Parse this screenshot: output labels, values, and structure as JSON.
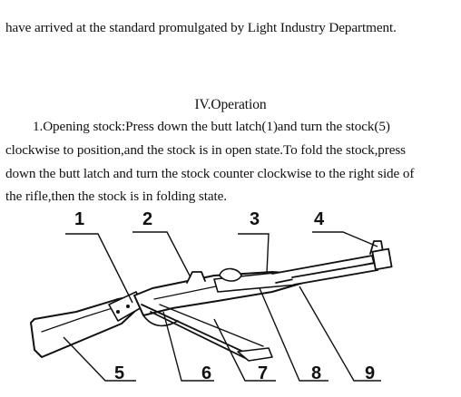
{
  "document": {
    "intro_line": "have arrived at the standard promulgated by Light Industry Department.",
    "section_heading": "IV.Operation",
    "paragraph_lines": [
      "1.Opening stock:Press down the butt latch(1)and turn the stock(5)",
      "clockwise to position,and the stock is in open state.To fold the stock,press",
      "down the butt latch and turn the stock counter clockwise to the right side of",
      "the rifle,then the stock is in folding state."
    ]
  },
  "figure": {
    "callouts": [
      "1",
      "2",
      "3",
      "4",
      "5",
      "6",
      "7",
      "8",
      "9"
    ]
  }
}
